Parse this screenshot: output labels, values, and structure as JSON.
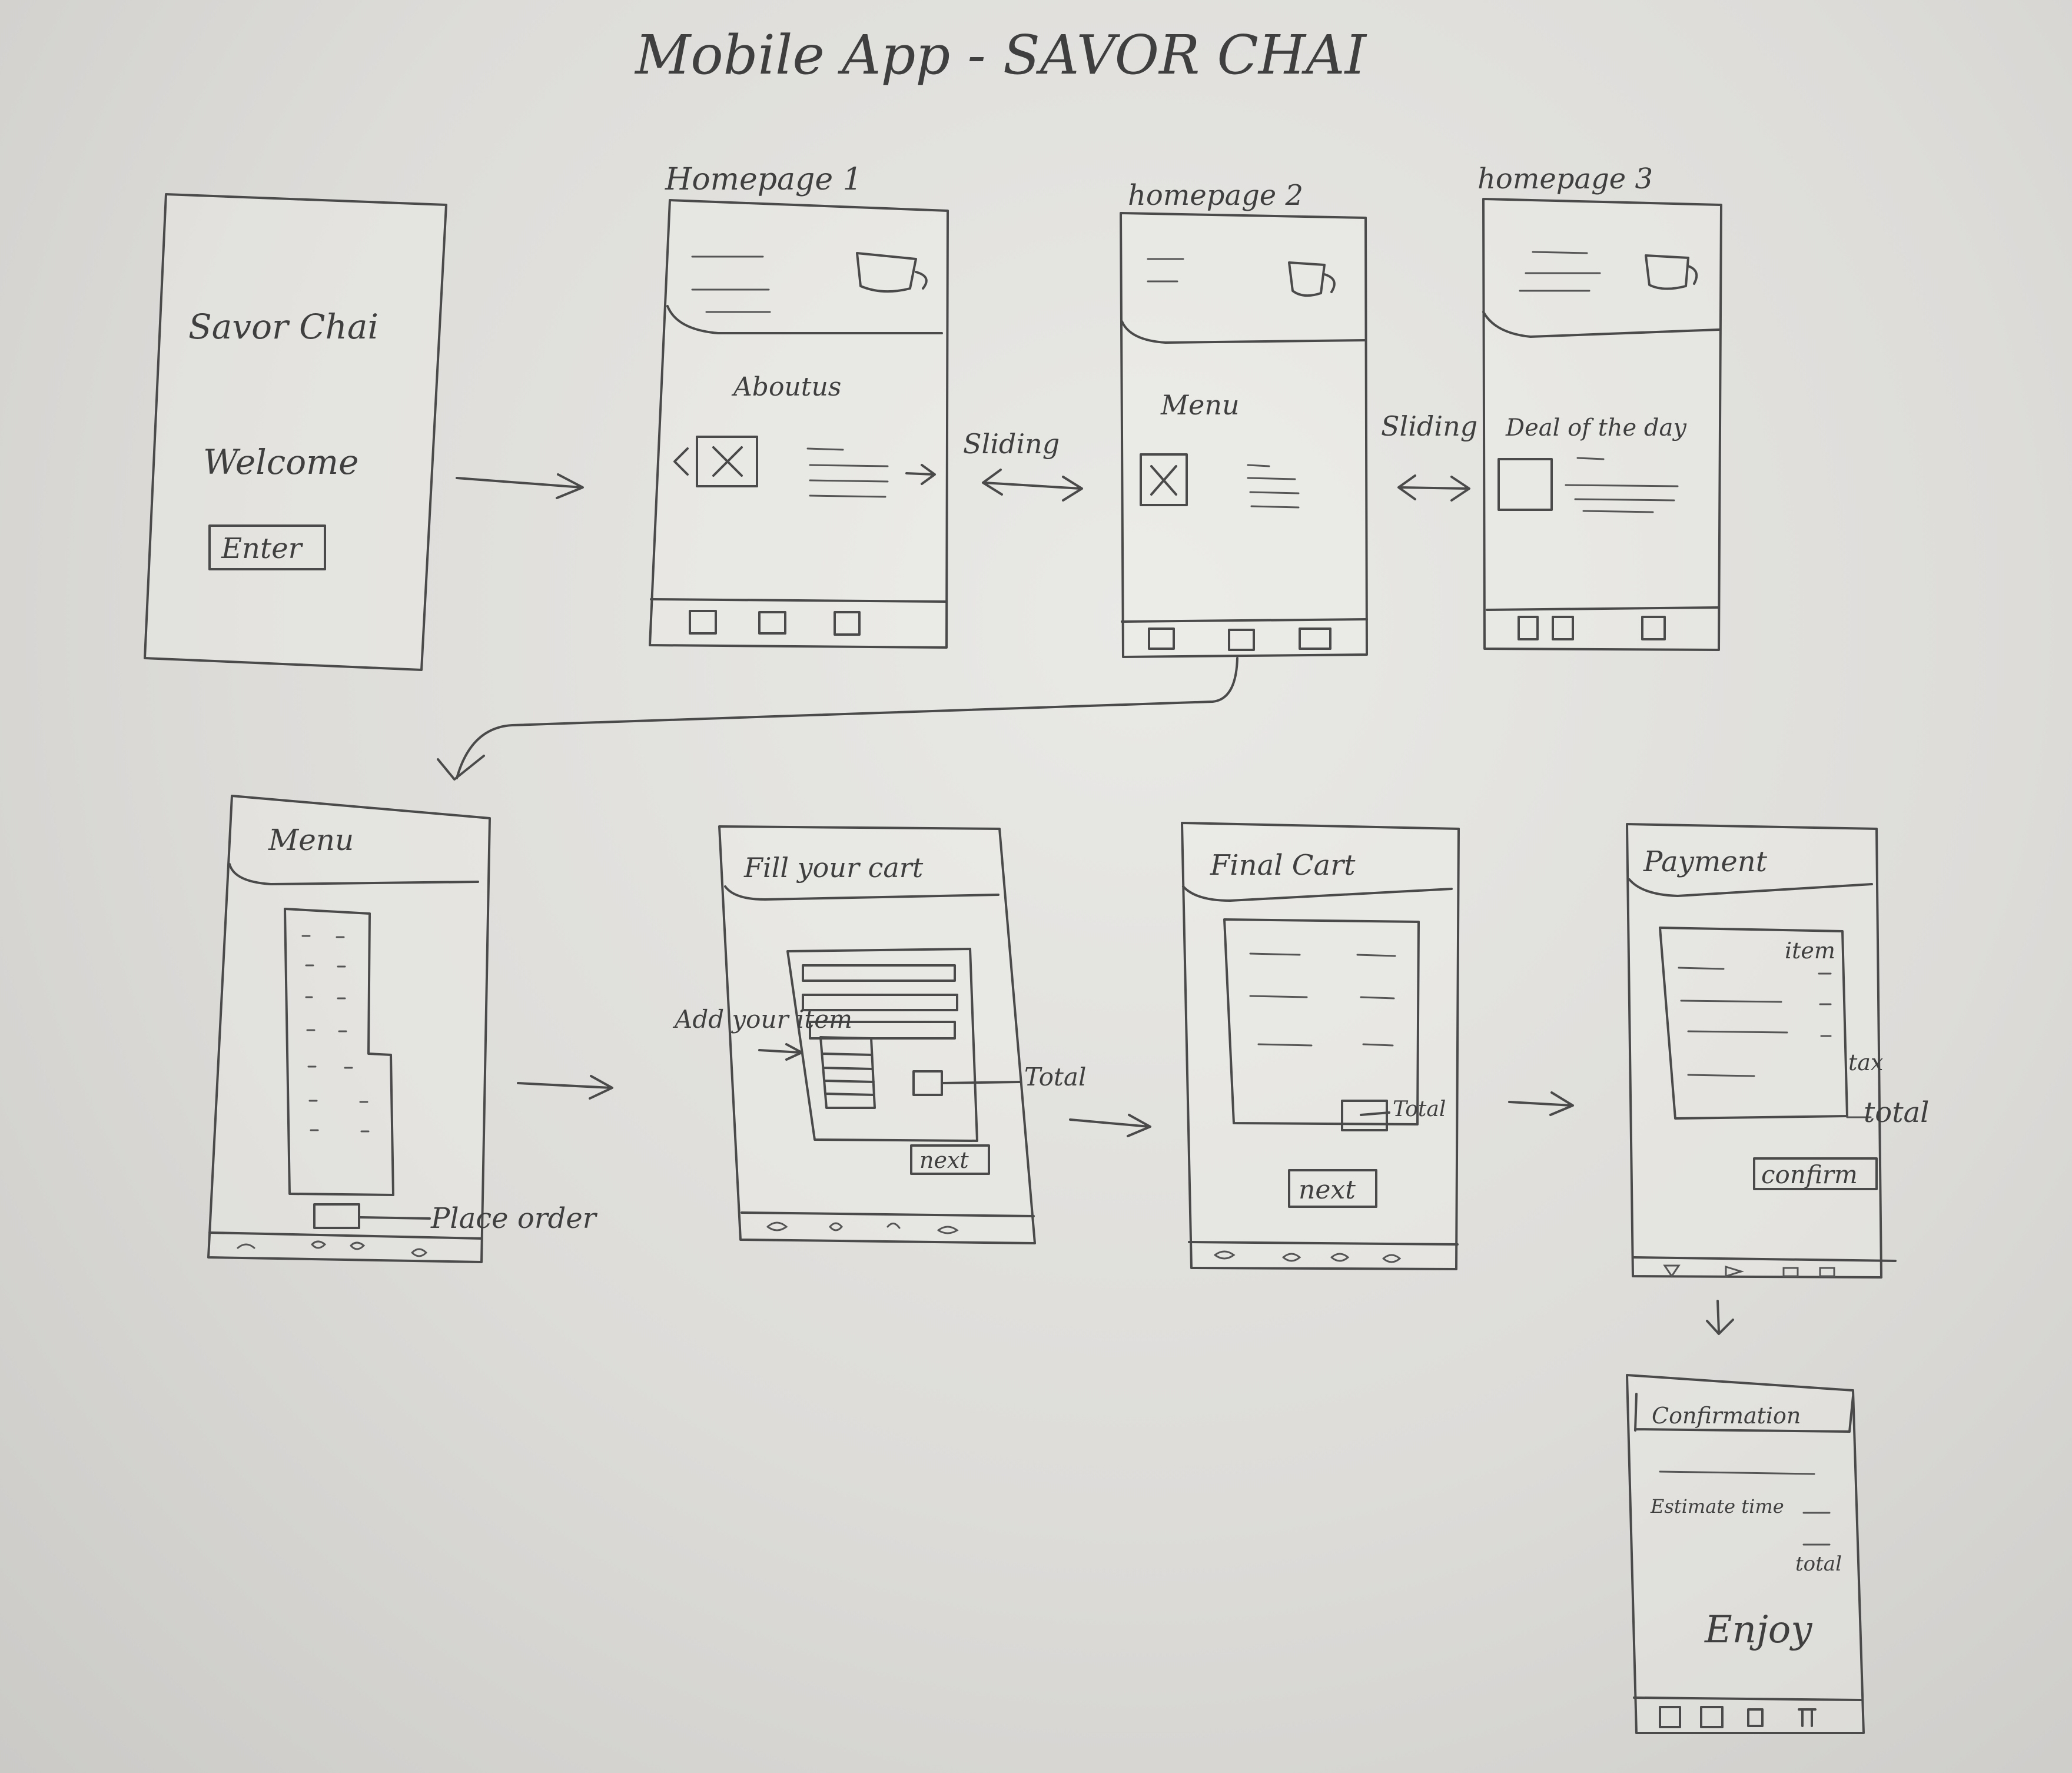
{
  "title": "Mobile App - SAVOR CHAI",
  "ink_color": "#4a4a4a",
  "paper_color": "#e3e3e0",
  "screens": {
    "splash": {
      "app_name": "Savor Chai",
      "welcome": "Welcome",
      "enter_button": "Enter"
    },
    "homepage1": {
      "label": "Homepage 1",
      "section": "Aboutus"
    },
    "homepage2": {
      "label": "homepage 2",
      "section": "Menu"
    },
    "homepage3": {
      "label": "homepage 3",
      "section": "Deal of the day"
    },
    "menu": {
      "header": "Menu",
      "annotation": "Place order"
    },
    "fill_cart": {
      "header": "Fill your cart",
      "annotation_left": "Add your item",
      "annotation_right": "Total",
      "next_button": "next"
    },
    "final_cart": {
      "header": "Final Cart",
      "total_label": "Total",
      "next_button": "next"
    },
    "payment": {
      "header": "Payment",
      "item_label": "item",
      "tax_label": "tax",
      "total_label": "total",
      "confirm_button": "confirm"
    },
    "confirmation": {
      "header": "Confirmation",
      "estimate_label": "Estimate time",
      "total_label": "total",
      "message": "Enjoy"
    }
  },
  "transitions": {
    "sliding_1": "Sliding",
    "sliding_2": "Sliding"
  }
}
